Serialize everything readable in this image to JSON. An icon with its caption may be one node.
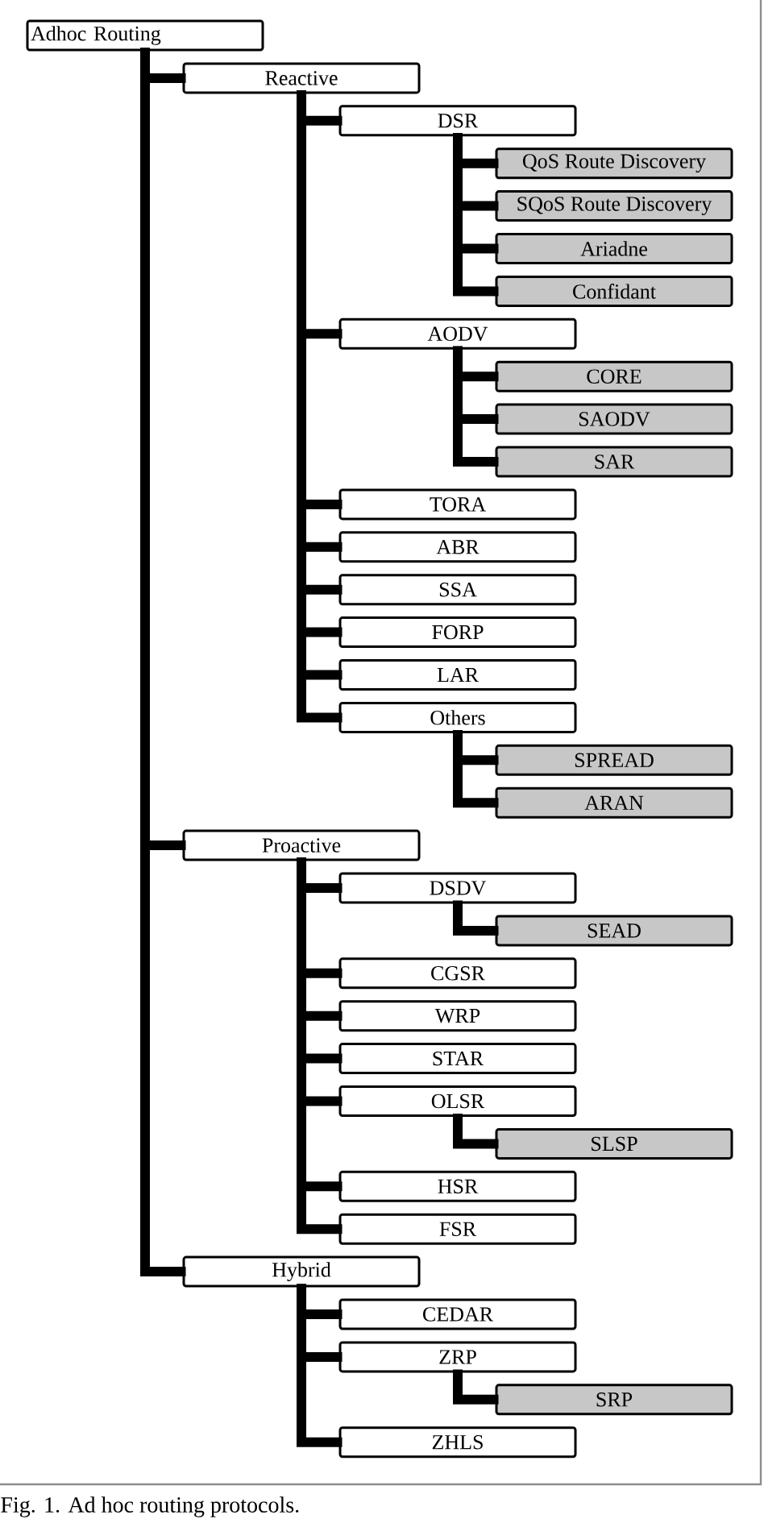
{
  "diagram": {
    "caption": "Fig. 1. Ad hoc routing protocols.",
    "nodes": [
      {
        "text": [
          "Adhoc Routing"
        ]
      },
      {
        "text": [
          "Reactive"
        ]
      },
      {
        "text": [
          "DSR"
        ]
      },
      {
        "text": [
          "QoS Route Discovery"
        ]
      },
      {
        "text": [
          "SQoS Route Discovery"
        ]
      },
      {
        "text": [
          "Ariadne"
        ]
      },
      {
        "text": [
          "Confidant"
        ]
      },
      {
        "text": [
          "AODV"
        ]
      },
      {
        "text": [
          "CORE"
        ]
      },
      {
        "text": [
          "SAODV"
        ]
      },
      {
        "text": [
          "SAR"
        ]
      },
      {
        "text": [
          "TORA"
        ]
      },
      {
        "text": [
          "ABR"
        ]
      },
      {
        "text": [
          "SSA"
        ]
      },
      {
        "text": [
          "FORP"
        ]
      },
      {
        "text": [
          "LAR"
        ]
      },
      {
        "text": [
          "Others"
        ]
      },
      {
        "text": [
          "SPREAD"
        ]
      },
      {
        "text": [
          "ARAN"
        ]
      },
      {
        "text": [
          "Proactive"
        ]
      },
      {
        "text": [
          "DSDV"
        ]
      },
      {
        "text": [
          "SEAD"
        ]
      },
      {
        "text": [
          "CGSR"
        ]
      },
      {
        "text": [
          "WRP"
        ]
      },
      {
        "text": [
          "STAR"
        ]
      },
      {
        "text": [
          "OLSR"
        ]
      },
      {
        "text": [
          "SLSP"
        ]
      },
      {
        "text": [
          "HSR"
        ]
      },
      {
        "text": [
          "FSR"
        ]
      },
      {
        "text": [
          "Hybrid"
        ]
      },
      {
        "text": [
          "CEDAR"
        ]
      },
      {
        "text": [
          "ZRP"
        ]
      },
      {
        "text": [
          "SRP"
        ]
      },
      {
        "text": [
          "ZHLS"
        ]
      }
    ],
    "edges": [
      {
        "from": 0,
        "to": 1,
        "arrow": "none"
      },
      {
        "from": 1,
        "to": 2,
        "arrow": "none"
      },
      {
        "from": 2,
        "to": 3,
        "arrow": "none"
      },
      {
        "from": 2,
        "to": 4,
        "arrow": "none"
      },
      {
        "from": 2,
        "to": 5,
        "arrow": "none"
      },
      {
        "from": 2,
        "to": 6,
        "arrow": "none"
      },
      {
        "from": 1,
        "to": 7,
        "arrow": "none"
      },
      {
        "from": 7,
        "to": 8,
        "arrow": "none"
      },
      {
        "from": 7,
        "to": 9,
        "arrow": "none"
      },
      {
        "from": 7,
        "to": 10,
        "arrow": "none"
      },
      {
        "from": 1,
        "to": 11,
        "arrow": "none"
      },
      {
        "from": 1,
        "to": 12,
        "arrow": "none"
      },
      {
        "from": 1,
        "to": 13,
        "arrow": "none"
      },
      {
        "from": 1,
        "to": 14,
        "arrow": "none"
      },
      {
        "from": 1,
        "to": 15,
        "arrow": "none"
      },
      {
        "from": 1,
        "to": 16,
        "arrow": "none"
      },
      {
        "from": 16,
        "to": 17,
        "arrow": "none"
      },
      {
        "from": 16,
        "to": 18,
        "arrow": "none"
      },
      {
        "from": 0,
        "to": 19,
        "arrow": "none"
      },
      {
        "from": 19,
        "to": 20,
        "arrow": "none"
      },
      {
        "from": 20,
        "to": 21,
        "arrow": "none"
      },
      {
        "from": 19,
        "to": 22,
        "arrow": "none"
      },
      {
        "from": 19,
        "to": 23,
        "arrow": "none"
      },
      {
        "from": 19,
        "to": 24,
        "arrow": "none"
      },
      {
        "from": 19,
        "to": 25,
        "arrow": "none"
      },
      {
        "from": 25,
        "to": 26,
        "arrow": "none"
      },
      {
        "from": 19,
        "to": 27,
        "arrow": "none"
      },
      {
        "from": 19,
        "to": 28,
        "arrow": "none"
      },
      {
        "from": 0,
        "to": 29,
        "arrow": "none"
      },
      {
        "from": 29,
        "to": 30,
        "arrow": "none"
      },
      {
        "from": 29,
        "to": 31,
        "arrow": "none"
      },
      {
        "from": 31,
        "to": 32,
        "arrow": "none"
      },
      {
        "from": 29,
        "to": 33,
        "arrow": "none"
      }
    ]
  }
}
